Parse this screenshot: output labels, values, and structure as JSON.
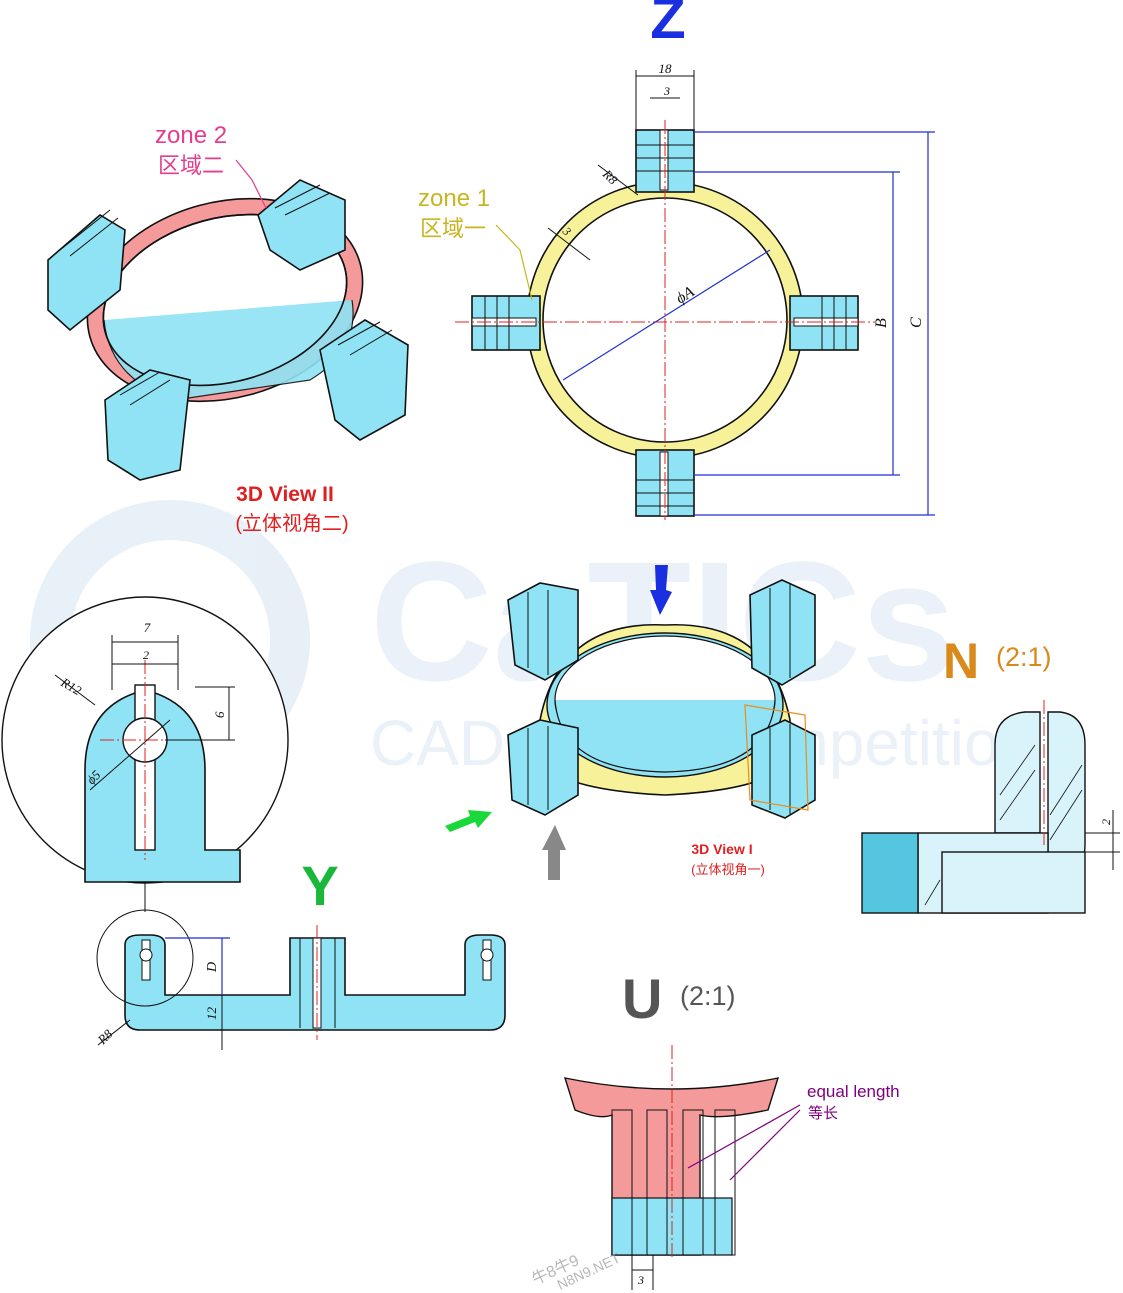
{
  "views": {
    "top_view": {
      "marker": "Z",
      "marker_color": "#1a2fe0"
    },
    "side_view": {
      "marker": "Y",
      "marker_color": "#19b83a"
    },
    "detail_n": {
      "marker": "N",
      "scale": "(2:1)",
      "marker_color": "#d98a1a"
    },
    "detail_u": {
      "marker": "U",
      "scale": "(2:1)",
      "marker_color": "#555555"
    },
    "view_3d_1": {
      "title": "3D View I",
      "subtitle": "(立体视角一)",
      "color": "#e02020"
    },
    "view_3d_2": {
      "title": "3D View II",
      "subtitle": "(立体视角二)",
      "color": "#e02020"
    }
  },
  "zones": {
    "zone1": {
      "label": "zone 1",
      "sub": "区域一",
      "color": "#c9b521"
    },
    "zone2": {
      "label": "zone 2",
      "sub": "区域二",
      "color": "#e43d8d"
    }
  },
  "dimensions": {
    "top_width": "18",
    "top_slot": "3",
    "top_radius": "R8",
    "ring_thickness": "3",
    "diameter": "ϕA",
    "height_b": "B",
    "height_c": "C",
    "detail_width": "7",
    "detail_slot": "2",
    "detail_radius": "R12",
    "detail_depth": "6",
    "detail_hole": "ϕ5",
    "side_d": "D",
    "side_12": "12",
    "side_radius": "R8",
    "n_gap": "2",
    "u_slot": "3"
  },
  "annotations": {
    "equal_length": "equal length",
    "equal_length_cn": "等长"
  },
  "watermark": {
    "brand": "CaTICs",
    "tagline": "CAD digital competition",
    "site": "牛8牛9",
    "site_url_text": "N8N9.NET"
  },
  "colors": {
    "cyan": "#8fe3f4",
    "yellow": "#f7f29a",
    "pink": "#f59a9a",
    "dim_blue": "#1f2fd0",
    "centre_red": "#e02020"
  }
}
